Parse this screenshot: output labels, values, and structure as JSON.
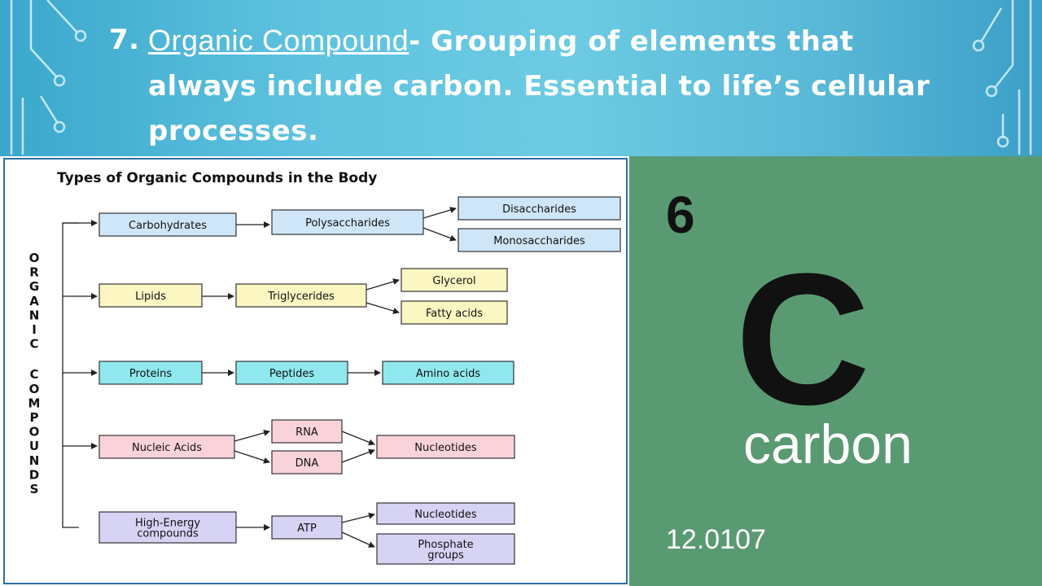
{
  "slide": {
    "number": "7.",
    "term": "Organic Compound",
    "definition": "- Grouping of elements that always include carbon. Essential to life’s cellular processes."
  },
  "diagram": {
    "title": "Types of Organic Compounds in the Body",
    "side_label": "ORGANIC COMPOUNDS",
    "colors": {
      "blue": "#cfe6f8",
      "yellow": "#fbf6c2",
      "cyan": "#8fe8ee",
      "pink": "#fad3da",
      "purple": "#d7d3f5"
    },
    "rows": [
      {
        "root": "Carbohydrates",
        "mid": [
          "Polysaccharides"
        ],
        "leaves": [
          "Disaccharides",
          "Monosaccharides"
        ]
      },
      {
        "root": "Lipids",
        "mid": [
          "Triglycerides"
        ],
        "leaves": [
          "Glycerol",
          "Fatty acids"
        ]
      },
      {
        "root": "Proteins",
        "mid": [
          "Peptides"
        ],
        "leaves": [
          "Amino acids"
        ]
      },
      {
        "root": "Nucleic Acids",
        "mid": [
          "RNA",
          "DNA"
        ],
        "leaves": [
          "Nucleotides"
        ]
      },
      {
        "root": "High-Energy compounds",
        "root_lines": [
          "High-Energy",
          "compounds"
        ],
        "mid": [
          "ATP"
        ],
        "leaves": [
          "Nucleotides",
          "Phosphate groups"
        ],
        "leaf2_lines": [
          "Phosphate",
          "groups"
        ]
      }
    ]
  },
  "element": {
    "atomic_number": "6",
    "symbol": "C",
    "name": "carbon",
    "atomic_mass": "12.0107",
    "background": "#5a9a72"
  }
}
